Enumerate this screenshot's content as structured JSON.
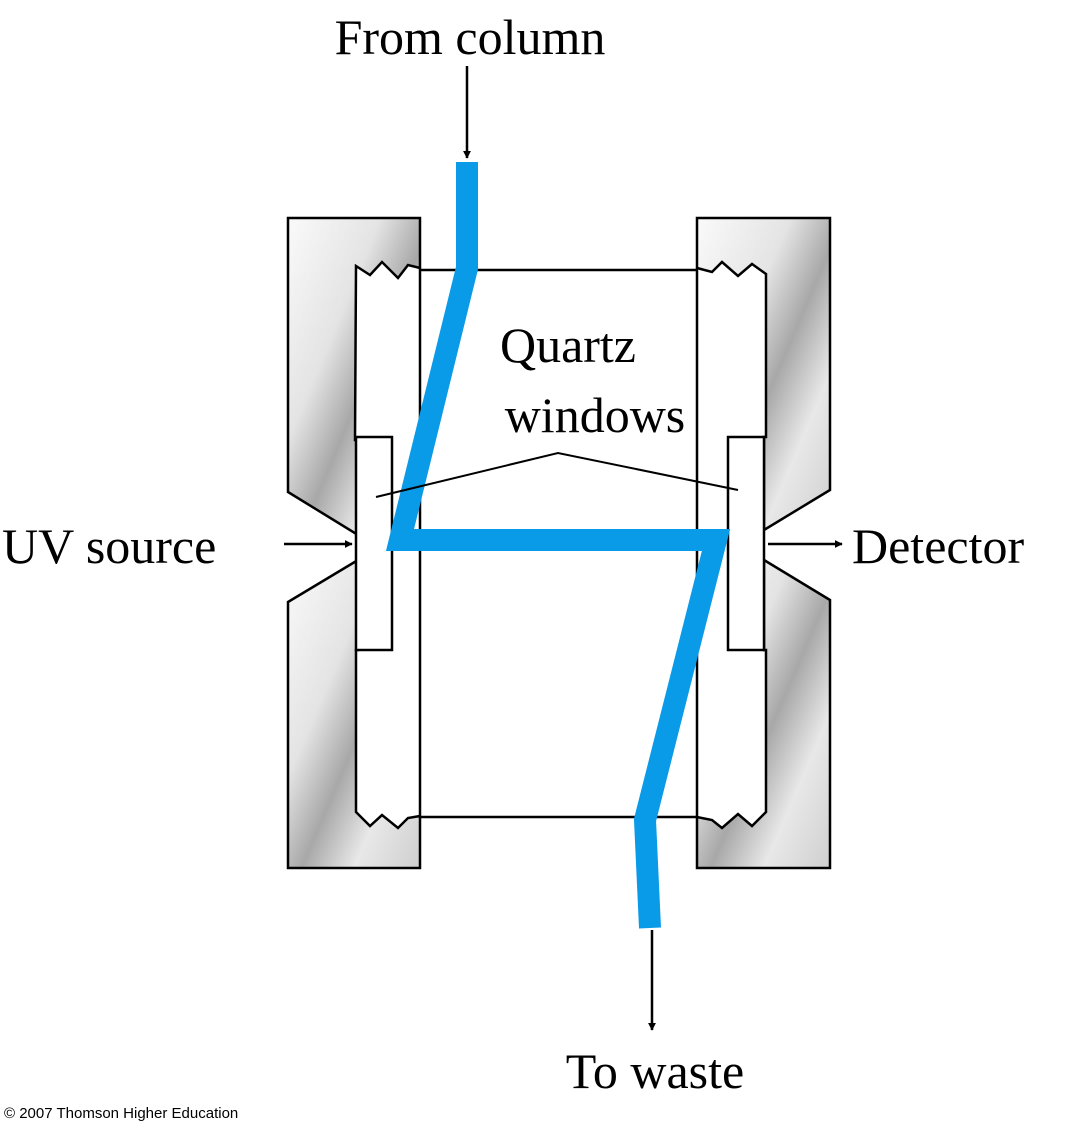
{
  "labels": {
    "from_column": "From column",
    "quartz_line1": "Quartz",
    "quartz_line2": "windows",
    "uv_source": "UV source",
    "detector": "Detector",
    "to_waste": "To waste"
  },
  "copyright": "© 2007 Thomson Higher Education",
  "colors": {
    "flow": "#0a9be8",
    "holder_light": "#f2f2f2",
    "holder_dark": "#9c9c9c",
    "line": "#000000"
  }
}
